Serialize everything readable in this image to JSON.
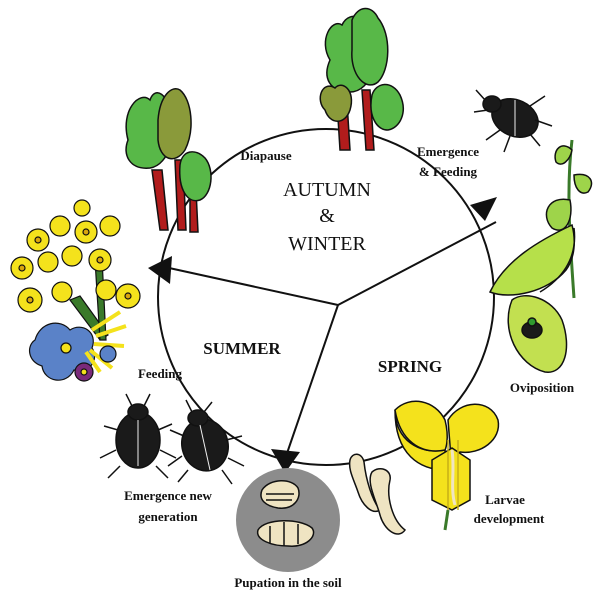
{
  "seasons": {
    "autumn": "AUTUMN",
    "amp": "&",
    "winter": "WINTER",
    "summer": "SUMMER",
    "spring": "SPRING"
  },
  "stages": {
    "diapause": "Diapause",
    "emergence_feeding_1": "Emergence",
    "emergence_feeding_2": "& Feeding",
    "oviposition": "Oviposition",
    "larvae_1": "Larvae",
    "larvae_2": "development",
    "pupation": "Pupation in the soil",
    "emergence_new_1": "Emergence new",
    "emergence_new_2": "generation",
    "feeding": "Feeding"
  },
  "icons": [
    "trees-icon",
    "beetle-icon",
    "plant-leaf-icon",
    "larva-icon",
    "flower-pod-icon",
    "pupa-icon",
    "flower-bouquet-icon"
  ],
  "colors": {
    "leaf_green": "#58b848",
    "dark_olive": "#8a9a3a",
    "trunk_red": "#b11c1c",
    "yellow": "#f4e21c",
    "blue": "#5a82c8",
    "soil_gray": "#8c8c8c",
    "larva_cream": "#efe4c2"
  }
}
